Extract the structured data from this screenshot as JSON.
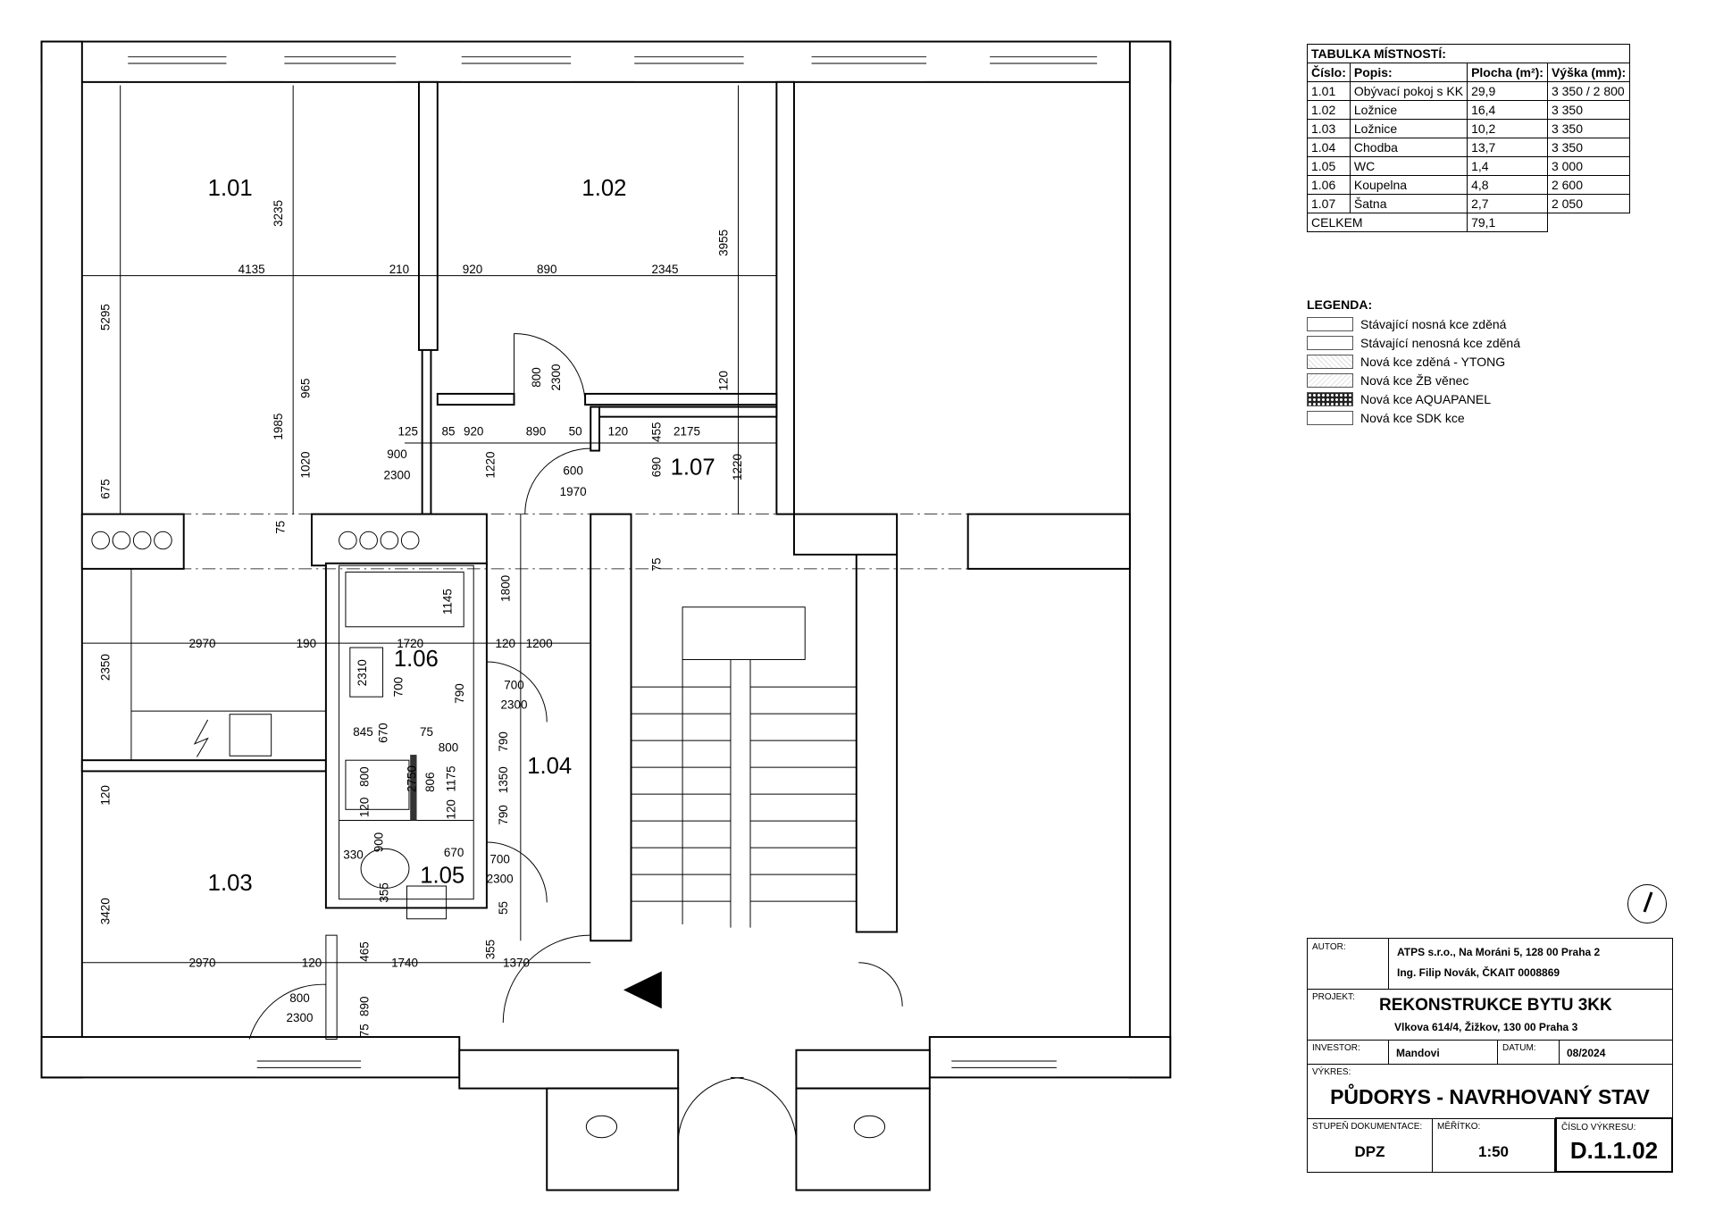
{
  "room_table": {
    "title": "TABULKA MÍSTNOSTÍ:",
    "headers": [
      "Číslo:",
      "Popis:",
      "Plocha (m²):",
      "Výška (mm):"
    ],
    "rows": [
      [
        "1.01",
        "Obývací pokoj s KK",
        "29,9",
        "3 350 / 2 800"
      ],
      [
        "1.02",
        "Ložnice",
        "16,4",
        "3 350"
      ],
      [
        "1.03",
        "Ložnice",
        "10,2",
        "3 350"
      ],
      [
        "1.04",
        "Chodba",
        "13,7",
        "3 350"
      ],
      [
        "1.05",
        "WC",
        "1,4",
        "3 000"
      ],
      [
        "1.06",
        "Koupelna",
        "4,8",
        "2 600"
      ],
      [
        "1.07",
        "Šatna",
        "2,7",
        "2 050"
      ]
    ],
    "total_label": "CELKEM",
    "total_value": "79,1"
  },
  "legend": {
    "title": "LEGENDA:",
    "items": [
      "Stávající nosná kce zděná",
      "Stávající nenosná kce zděná",
      "Nová kce zděná - YTONG",
      "Nová kce ŽB věnec",
      "Nová kce AQUAPANEL",
      "Nová kce SDK kce"
    ]
  },
  "title_block": {
    "author_label": "AUTOR:",
    "author_line1": "ATPS s.r.o., Na Moráni 5, 128 00 Praha 2",
    "author_line2": "Ing. Filip Novák, ČKAIT 0008869",
    "project_label": "PROJEKT:",
    "project_name": "REKONSTRUKCE BYTU 3KK",
    "project_address": "Vlkova 614/4, Žižkov, 130 00 Praha 3",
    "investor_label": "INVESTOR:",
    "investor": "Mandovi",
    "date_label": "DATUM:",
    "date": "08/2024",
    "drawing_label": "VÝKRES:",
    "drawing_name": "PŮDORYS - NAVRHOVANÝ STAV",
    "stage_label": "STUPEŇ DOKUMENTACE:",
    "stage": "DPZ",
    "scale_label": "MĚŘÍTKO:",
    "scale": "1:50",
    "number_label": "ČÍSLO VÝKRESU:",
    "number": "D.1.1.02"
  },
  "plan": {
    "rooms": [
      "1.01",
      "1.02",
      "1.03",
      "1.04",
      "1.05",
      "1.06",
      "1.07"
    ],
    "dimensions": [
      "3235",
      "4135",
      "210",
      "5295",
      "1985",
      "965",
      "1020",
      "675",
      "125",
      "85",
      "920",
      "900",
      "2300",
      "1220",
      "890",
      "50",
      "800",
      "2300",
      "600",
      "1970",
      "120",
      "455",
      "2175",
      "690",
      "1220",
      "920",
      "890",
      "2345",
      "3955",
      "120",
      "75",
      "75",
      "1800",
      "1145",
      "2970",
      "190",
      "1720",
      "120",
      "1200",
      "2350",
      "2310",
      "700",
      "790",
      "700",
      "2300",
      "845",
      "670",
      "75",
      "800",
      "790",
      "800",
      "2750",
      "806",
      "1175",
      "1350",
      "120",
      "120",
      "790",
      "120",
      "900",
      "330",
      "670",
      "700",
      "2300",
      "3420",
      "355",
      "55",
      "465",
      "355",
      "2970",
      "120",
      "1740",
      "1370",
      "800",
      "2300",
      "890",
      "75"
    ]
  }
}
